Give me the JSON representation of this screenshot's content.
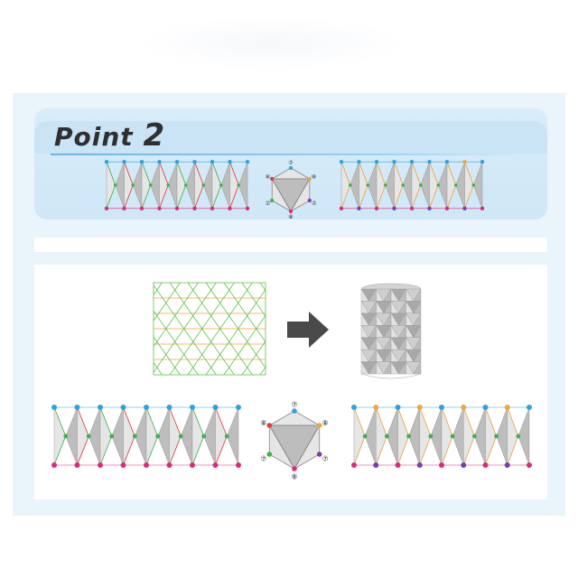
{
  "header": {
    "title_word": "Point",
    "title_number": "2"
  },
  "vertex_labels": {
    "top": "⑦",
    "left": "⑧",
    "right": "⑧",
    "bottom_left": "⑦",
    "bottom_right": "⑦",
    "bottom": "⑧"
  },
  "colors": {
    "panel_bg": "#e9f4fb",
    "card_bg": "#d3e9f8",
    "accent_line": "#6fb3e3",
    "grid_green": "#5cc24a",
    "grid_orange": "#f0a53a",
    "dot_blue": "#2aa4e0",
    "dot_pink": "#e0287a",
    "dot_green": "#3bb34a",
    "dot_orange": "#f0a53a",
    "dot_purple": "#7a3cb0",
    "arrow": "#4a4a4a",
    "paper_light": "#e6e6e6",
    "paper_dark": "#bdbdbd"
  },
  "icons": {
    "arrow": "right-arrow-icon",
    "cylinder": "folded-cylinder-icon",
    "grid": "crease-pattern-icon"
  }
}
